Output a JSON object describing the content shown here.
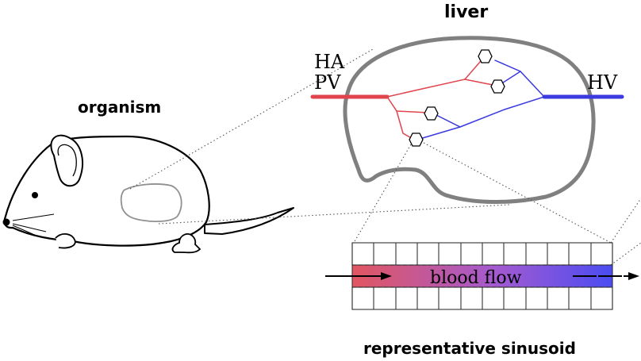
{
  "labels": {
    "organism": "organism",
    "liver": "liver",
    "ha": "HA",
    "pv": "PV",
    "hv": "HV",
    "blood_flow": "blood flow",
    "sinusoid": "representative sinusoid"
  },
  "icons": [
    "mouse-icon",
    "liver-icon",
    "hexagon-icon",
    "arrow-right-icon"
  ],
  "colors": {
    "arterial": "#e0454e",
    "venous": "#3a3ae0",
    "outline": "#808080",
    "ink": "#000000"
  }
}
